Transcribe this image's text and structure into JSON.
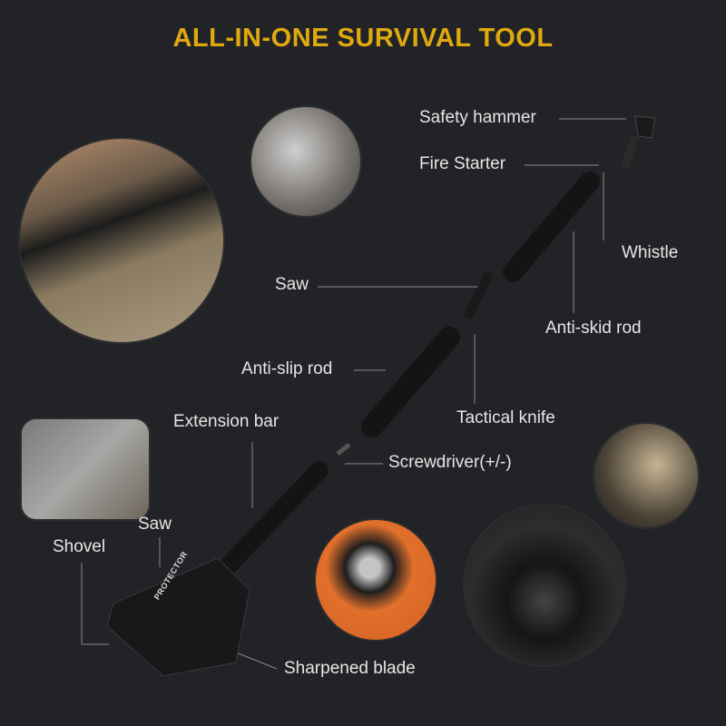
{
  "title": "ALL-IN-ONE SURVIVAL TOOL",
  "colors": {
    "background": "#222327",
    "title": "#e0a90f",
    "label": "#e6e6e6",
    "leader_line": "#8a8a8a"
  },
  "labels": {
    "safety_hammer": "Safety hammer",
    "fire_starter": "Fire Starter",
    "whistle": "Whistle",
    "saw_upper": "Saw",
    "anti_skid_rod": "Anti-skid rod",
    "anti_slip_rod": "Anti-slip rod",
    "tactical_knife": "Tactical knife",
    "extension_bar": "Extension bar",
    "screwdriver": "Screwdriver(+/-)",
    "saw_lower": "Saw",
    "shovel": "Shovel",
    "sharpened_blade": "Sharpened blade"
  },
  "brand_mark": "PROTECTOR"
}
